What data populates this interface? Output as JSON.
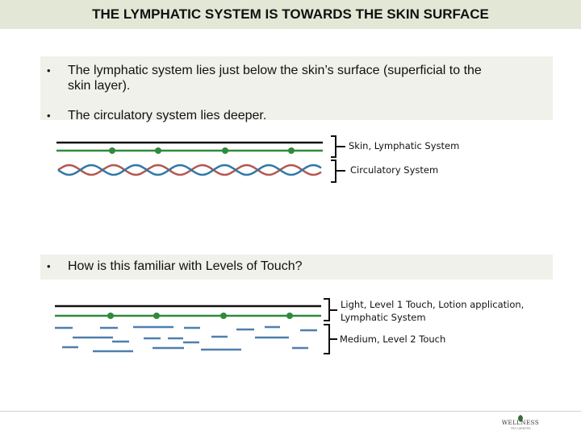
{
  "title": "THE LYMPHATIC SYSTEM IS TOWARDS THE SKIN SURFACE",
  "bullets_top": [
    {
      "line1": "The lymphatic system lies just below the skin’s surface (superficial to the",
      "line2": "skin layer)."
    },
    {
      "line1": "The circulatory system lies deeper."
    }
  ],
  "diagram1": {
    "labels": [
      "Skin, Lymphatic System",
      "Circulatory System"
    ]
  },
  "bullet_middle": "How is this familiar with Levels of Touch?",
  "diagram2": {
    "label1_line1": "Light, Level 1 Touch, Lotion application,",
    "label1_line2": "Lymphatic System",
    "label2": "Medium, Level 2 Touch"
  },
  "bullet_char": "•",
  "logo": {
    "name": "WELLNESS",
    "tagline": "TRS CAREERS"
  },
  "colors": {
    "title_bar": "#e3e8d6",
    "text_box": "#f0f1ea",
    "skin_line": "#111111",
    "lymph_line": "#2e8b3a",
    "artery": "#b5564f",
    "vein": "#2f78a8",
    "dash": "#4f7fae"
  }
}
